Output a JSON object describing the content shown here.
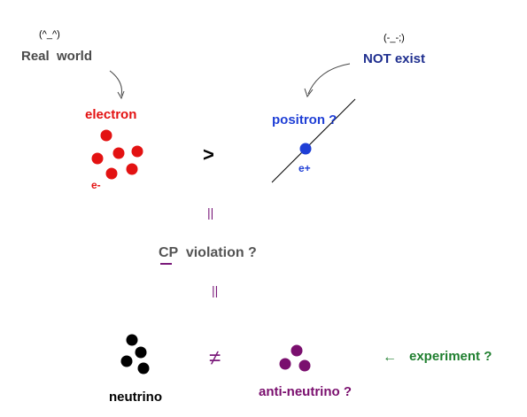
{
  "top_left": {
    "emoticon": "(^_^)",
    "label": "Real  world",
    "color": "#4a4a4a"
  },
  "top_right": {
    "emoticon": "(-_-;)",
    "label": "NOT exist",
    "color": "#1f2f8f"
  },
  "electron": {
    "label": "electron",
    "symbol": "e-",
    "color": "#e31212"
  },
  "positron": {
    "label": "positron ?",
    "symbol": "e+",
    "color": "#1f3fd6"
  },
  "relation_top": ">",
  "equal_sign_1": "||",
  "cp_violation": {
    "label": "CP  violation ?",
    "color": "#545454",
    "underline_color": "#7a1a7a"
  },
  "equal_sign_2": "||",
  "neutrino": {
    "label": "neutrino",
    "color": "#000000"
  },
  "not_equal": "≠",
  "anti_neutrino": {
    "label": "anti-neutrino ?",
    "color": "#7a0f6e"
  },
  "experiment": {
    "arrow": "←",
    "label": "experiment ?",
    "color": "#1f7f2f"
  }
}
